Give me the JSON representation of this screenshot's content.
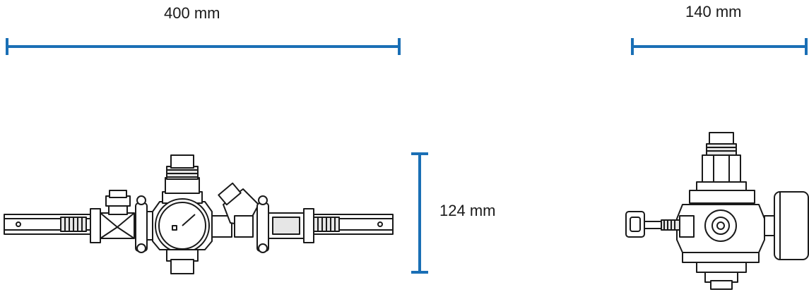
{
  "dimensions": {
    "front_width": "400 mm",
    "side_width": "140 mm",
    "height": "124 mm"
  },
  "colors": {
    "dimension_line": "#1a6fb5",
    "outline": "#1a1a1a",
    "fill": "#ffffff",
    "shade": "#e6e6e6"
  }
}
